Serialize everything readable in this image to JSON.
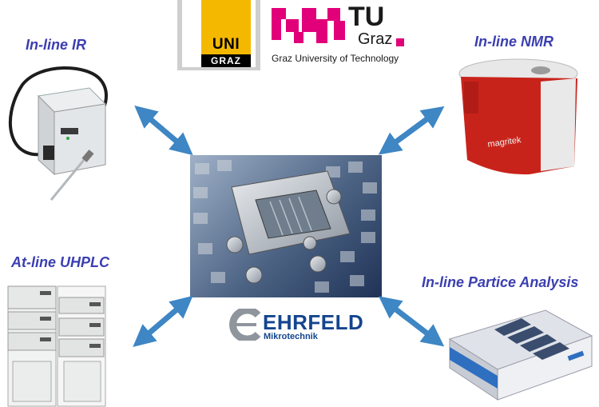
{
  "labels": {
    "inline_ir": "In-line IR",
    "inline_nmr": "In-line NMR",
    "atline_uhplc": "At-line UHPLC",
    "inline_particle": "In-line Partice Analysis"
  },
  "uni_graz_logo": {
    "line1": "UNI",
    "line2": "GRAZ"
  },
  "tu_graz_logo": {
    "tu": "TU",
    "graz": "Graz",
    "caption": "Graz University of Technology"
  },
  "nmr_brand": "magritek",
  "ehrfeld_logo": {
    "name": "EHRFELD",
    "sub": "Mikrotechnik"
  },
  "colors": {
    "label_text": "#3b3fb0",
    "arrow": "#3e86c4",
    "uni_yellow": "#f5b800",
    "tu_magenta": "#e2007a",
    "ehrfeld_blue": "#14458f",
    "nmr_red": "#c8231b"
  }
}
